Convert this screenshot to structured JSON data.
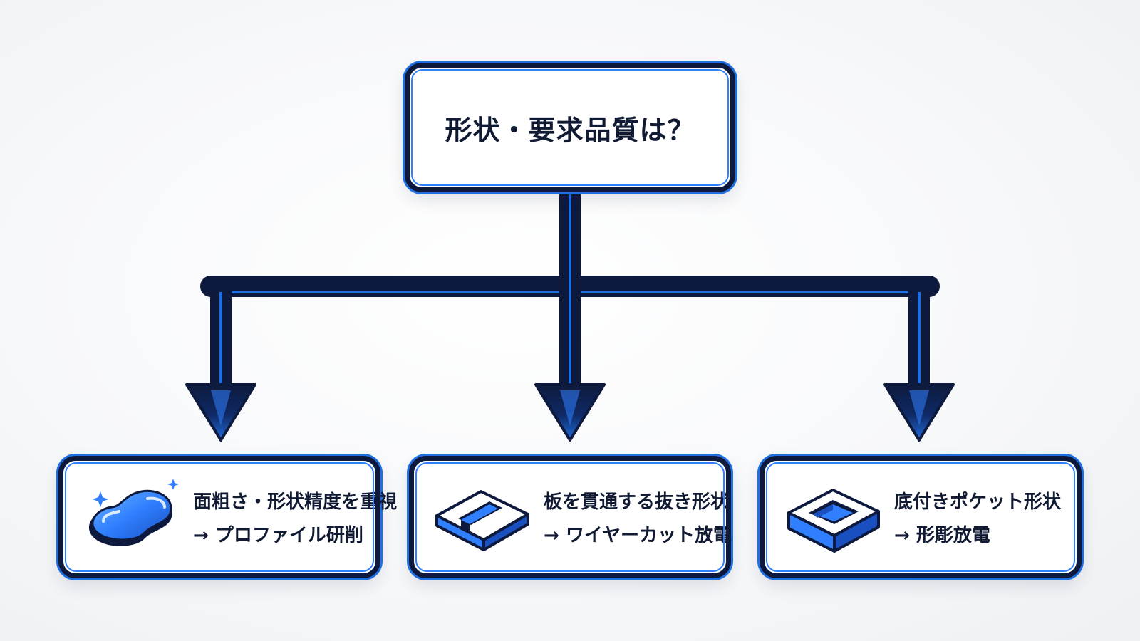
{
  "root": {
    "label": "形状・要求品質は？"
  },
  "branches": [
    {
      "line1": "面粗さ・形状精度を重視",
      "line2": "→ プロファイル研削",
      "icon": "polished-stone-icon"
    },
    {
      "line1": "板を貫通する抜き形状",
      "line2": "→ ワイヤーカット放電",
      "icon": "through-slot-plate-icon"
    },
    {
      "line1": "底付きポケット形状",
      "line2": "→ 形彫放電",
      "icon": "pocket-block-icon"
    }
  ],
  "colors": {
    "navy": "#0e1a3d",
    "accent_blue": "#1f6fe0",
    "glow_blue": "#2f7fff"
  }
}
